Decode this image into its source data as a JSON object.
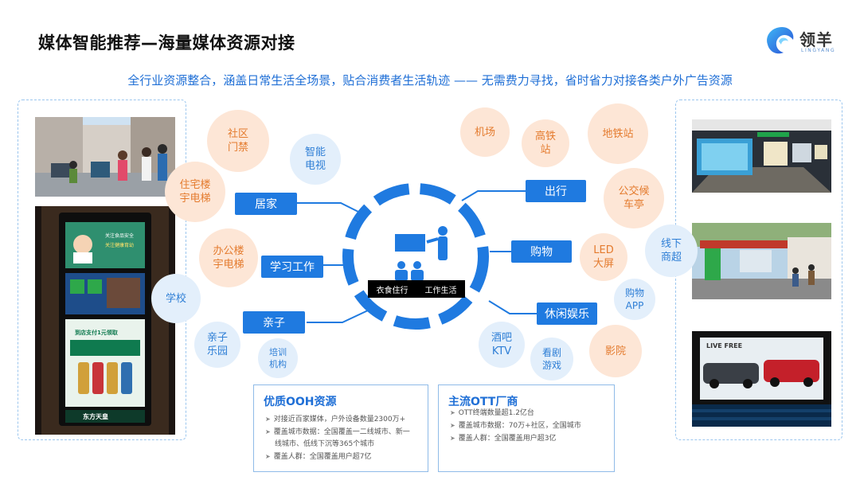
{
  "title": "媒体智能推荐—海量媒体资源对接",
  "logo": {
    "name": "领羊",
    "sub": "LINGYANG"
  },
  "subtitle": "全行业资源整合，涵盖日常生活全场景，贴合消费者生活轨迹 —— 无需费力寻找，省时省力对接各类户外广告资源",
  "center": {
    "label_left": "衣食住行",
    "label_right": "工作生活"
  },
  "tags": {
    "home": "居家",
    "study_work": "学习工作",
    "parent_child": "亲子",
    "travel": "出行",
    "shopping": "购物",
    "leisure": "休闲娱乐"
  },
  "bubbles": {
    "community_gate": "社区\n门禁",
    "smart_tv": "智能\n电视",
    "residential_elevator": "住宅楼\n宇电梯",
    "office_elevator": "办公楼\n宇电梯",
    "school": "学校",
    "parent_park": "亲子\n乐园",
    "training": "培训\n机构",
    "airport": "机场",
    "high_speed_rail": "高铁\n站",
    "subway": "地铁站",
    "bus_stop": "公交候\n车亭",
    "led_screen": "LED\n大屏",
    "offline_mall": "线下\n商超",
    "shopping_app": "购物\nAPP",
    "cinema": "影院",
    "bar_ktv": "酒吧\nKTV",
    "drama_games": "看剧\n游戏"
  },
  "cards": {
    "ooh": {
      "title": "优质OOH资源",
      "items": [
        "对接近百家媒体，户外设备数量2300万+",
        "覆盖城市数据：全国覆盖一二线城市、新一",
        "线城市、低线下沉等365个城市",
        "覆盖人群：全国覆盖用户超7亿"
      ]
    },
    "ott": {
      "title": "主流OTT厂商",
      "items": [
        "OTT终端数量超1.2亿台",
        "覆盖城市数据：70万+社区，全国城市",
        "覆盖人群：全国覆盖用户超3亿"
      ]
    }
  },
  "photos": {
    "elevator_screen_brand": "东方天皇",
    "elevator_screen_top": "关注食品安全",
    "elevator_screen_sub": "关注健康育幼",
    "elevator_screen_promo": "到店支付1元领取",
    "cinema_ad": "LIVE FREE"
  },
  "colors": {
    "accent": "#1f7ae0",
    "orange": "#e47b2e",
    "ring": "#1f7ae0"
  }
}
